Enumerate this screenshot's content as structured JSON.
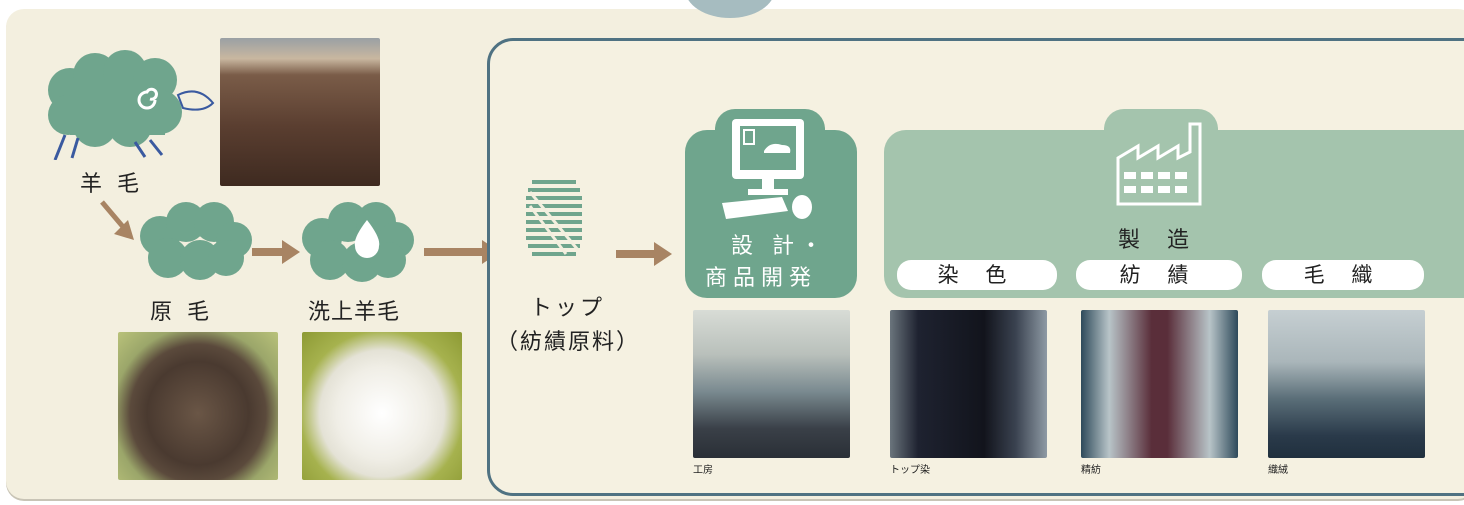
{
  "labels": {
    "wool": "羊 毛",
    "raw_wool": "原 毛",
    "washed_wool": "洗上羊毛",
    "top": "トップ",
    "top_sub": "（紡績原料）",
    "design_line1": "設 計・",
    "design_line2": "商品開発",
    "manufacturing": "製 造",
    "dyeing": "染 色",
    "spinning": "紡 績",
    "weaving": "毛 織"
  },
  "captions": {
    "studio": "工房",
    "top_dyeing": "トップ染",
    "fine_spinning": "精紡",
    "weaving_cloth": "織絨"
  },
  "colors": {
    "green": "#6fa58d",
    "light_green": "#a4c4ad",
    "arrow": "#a88463",
    "frame": "#4f7282",
    "panel": "#f3efdf"
  }
}
